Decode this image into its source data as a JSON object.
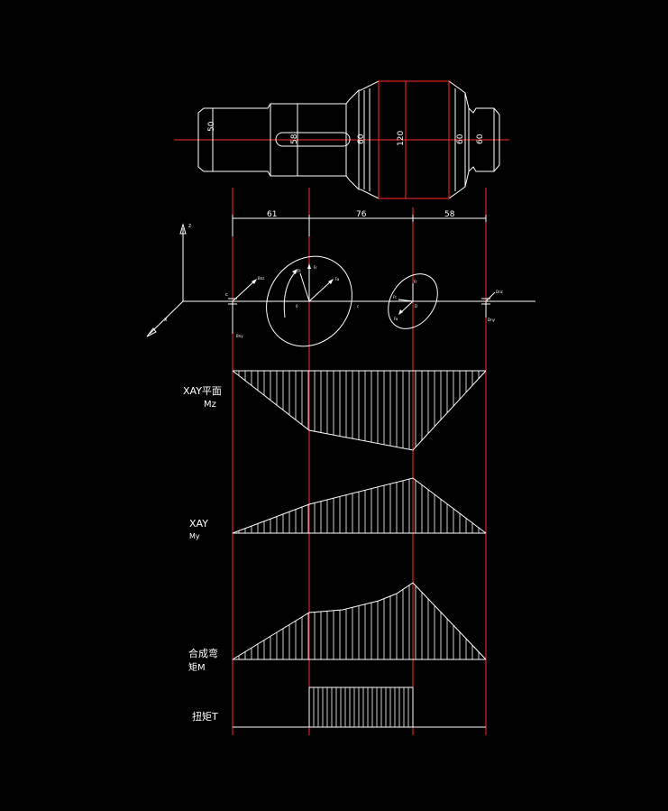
{
  "shaft": {
    "dimensions": [
      "50",
      "58",
      "60",
      "120",
      "60",
      "60"
    ]
  },
  "spans": [
    "61",
    "76",
    "58"
  ],
  "axes": {
    "z": "z",
    "x": "x"
  },
  "forces": {
    "c_label": "c",
    "bnz": "Bnz",
    "bny": "Bny",
    "ft": "Ft",
    "fr": "Fr",
    "fa": "Fa",
    "o_label": "0",
    "c2": "c",
    "ft2": "Ft",
    "fr2": "Fr",
    "fa2": "Fa",
    "d_label": "D",
    "dnz": "Dnz",
    "dny": "Dny"
  },
  "diagrams": {
    "mz_title": "XAY平面",
    "mz_sub": "Mz",
    "my_title": "XAY",
    "my_sub": "My",
    "m_title": "合成弯",
    "m_sub": "矩M",
    "t_title": "扭矩T"
  },
  "colors": {
    "line": "#ffffff",
    "center": "#ff2a2a",
    "background": "#000000"
  }
}
